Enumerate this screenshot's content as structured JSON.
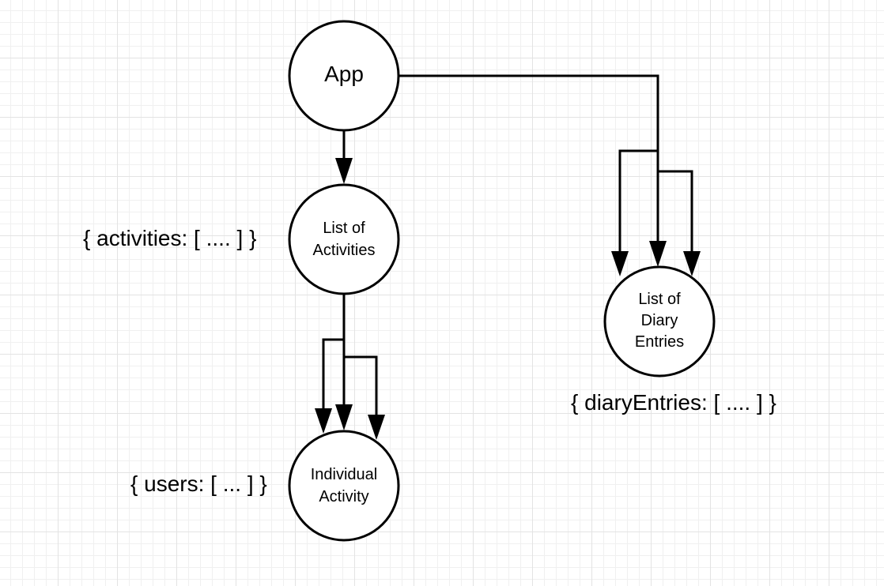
{
  "nodes": {
    "app": {
      "lines": [
        "App"
      ]
    },
    "list_of_activities": {
      "lines": [
        "List of",
        "Activities"
      ]
    },
    "individual_activity": {
      "lines": [
        "Individual",
        "Activity"
      ]
    },
    "list_of_diary_entries": {
      "lines": [
        "List of",
        "Diary",
        "Entries"
      ]
    }
  },
  "annotations": {
    "activities_state": "{ activities: [ .... ] }",
    "users_state": "{ users: [ ... ] }",
    "diary_entries_state": "{ diaryEntries: [ .... ] }"
  },
  "colors": {
    "stroke": "#000000",
    "node_fill": "#ffffff",
    "grid_major": "#e3e3e3",
    "grid_minor": "#f0f0f0"
  }
}
